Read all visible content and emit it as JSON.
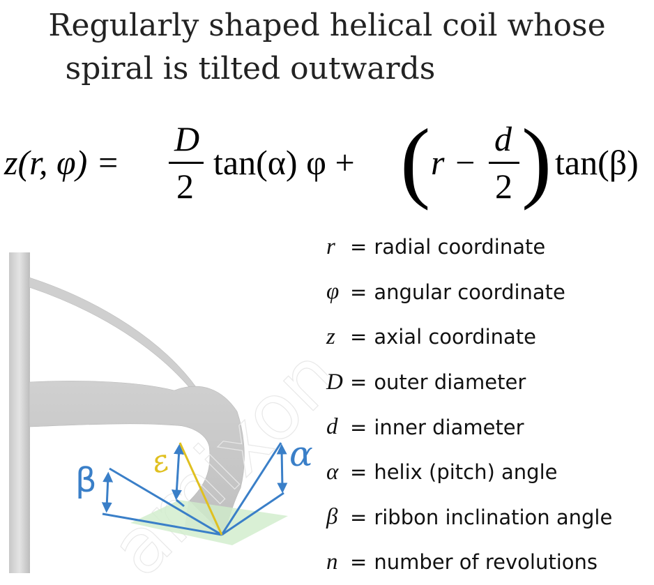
{
  "title": {
    "line1": "Regularly shaped helical coil whose",
    "line2": "spiral is tilted outwards"
  },
  "equation": {
    "lhs": "z(r, φ) =",
    "frac1_num": "D",
    "frac1_den": "2",
    "term1": "tan(α) φ +",
    "paren_open": "(",
    "r_minus": "r −",
    "frac2_num": "d",
    "frac2_den": "2",
    "paren_close": ")",
    "term2": "tan(β)"
  },
  "legend": [
    {
      "symbol": "r",
      "text": "radial coordinate"
    },
    {
      "symbol": "φ",
      "text": "angular coordinate"
    },
    {
      "symbol": "z",
      "text": "axial coordinate"
    },
    {
      "symbol": "D",
      "text": "outer diameter"
    },
    {
      "symbol": "d",
      "text": "inner diameter"
    },
    {
      "symbol": "α",
      "text": "helix (pitch) angle"
    },
    {
      "symbol": "β",
      "text": "ribbon inclination angle"
    },
    {
      "symbol": "n",
      "text": "number of revolutions"
    }
  ],
  "legend_eq": "=",
  "figure": {
    "label_beta": "β",
    "label_epsilon": "ε",
    "label_alpha": "α",
    "watermark": "amixon",
    "colors": {
      "angle_lines": "#3a7fc8",
      "epsilon_line": "#e0c020",
      "plane": "#cfeccb",
      "coil": "#d9d9d9"
    }
  }
}
